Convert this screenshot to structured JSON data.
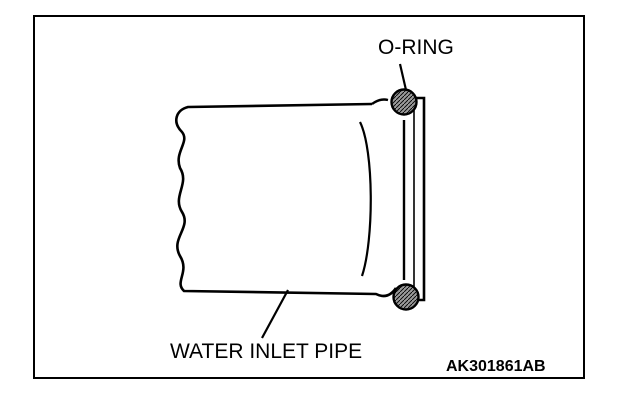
{
  "figure": {
    "labels": {
      "o_ring": "O-RING",
      "water_inlet_pipe": "WATER INLET PIPE"
    },
    "figure_code": "AK301861AB"
  },
  "colors": {
    "line": "#000000",
    "background": "#ffffff",
    "o_ring_fill": "#9a9a9a"
  }
}
